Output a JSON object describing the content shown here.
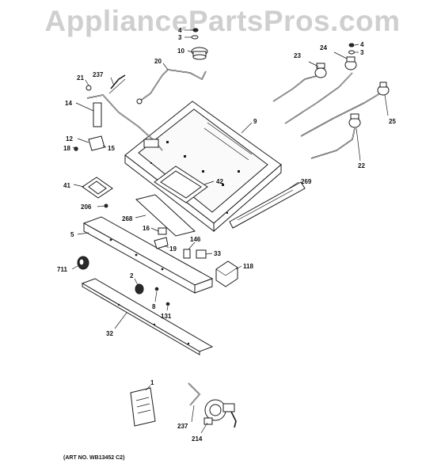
{
  "watermark": "AppliancePartsPros.com",
  "art_number": "(ART NO. WB13452 C2)",
  "callouts": {
    "c4a": "4",
    "c3a": "3",
    "c10": "10",
    "c20": "20",
    "c21": "21",
    "c237a": "237",
    "c14": "14",
    "c12": "12",
    "c18": "18",
    "c15": "15",
    "c9": "9",
    "c42": "42",
    "c41": "41",
    "c206": "206",
    "c268": "268",
    "c269": "269",
    "c5": "5",
    "c16": "16",
    "c19": "19",
    "c146": "146",
    "c33": "33",
    "c118": "118",
    "c711": "711",
    "c2": "2",
    "c8": "8",
    "c131": "131",
    "c32": "32",
    "c23": "23",
    "c24": "24",
    "c4b": "4",
    "c3b": "3",
    "c25": "25",
    "c22": "22",
    "c1": "1",
    "c237b": "237",
    "c214": "214"
  }
}
